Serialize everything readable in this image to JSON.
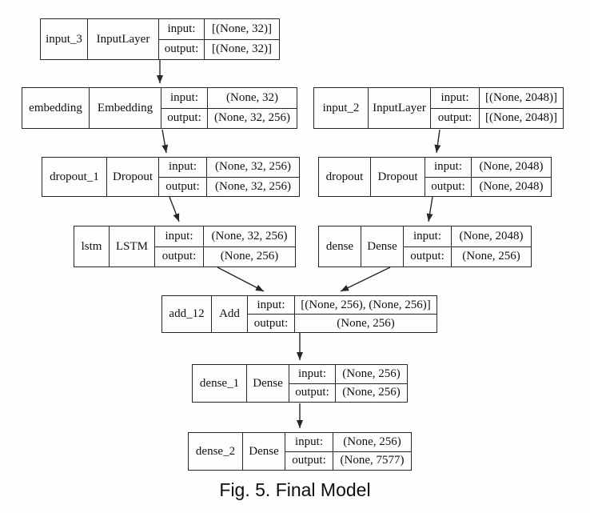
{
  "caption": "Fig. 5. Final Model",
  "io_labels": {
    "input": "input:",
    "output": "output:"
  },
  "colors": {
    "border": "#262626",
    "background": "#ffffff",
    "text": "#111111"
  },
  "nodes": [
    {
      "id": "input_3",
      "name": "input_3",
      "layer": "InputLayer",
      "input": "[(None, 32)]",
      "output": "[(None, 32)]"
    },
    {
      "id": "embedding",
      "name": "embedding",
      "layer": "Embedding",
      "input": "(None, 32)",
      "output": "(None, 32, 256)"
    },
    {
      "id": "input_2",
      "name": "input_2",
      "layer": "InputLayer",
      "input": "[(None, 2048)]",
      "output": "[(None, 2048)]"
    },
    {
      "id": "dropout_1",
      "name": "dropout_1",
      "layer": "Dropout",
      "input": "(None, 32, 256)",
      "output": "(None, 32, 256)"
    },
    {
      "id": "dropout",
      "name": "dropout",
      "layer": "Dropout",
      "input": "(None, 2048)",
      "output": "(None, 2048)"
    },
    {
      "id": "lstm",
      "name": "lstm",
      "layer": "LSTM",
      "input": "(None, 32, 256)",
      "output": "(None, 256)"
    },
    {
      "id": "dense",
      "name": "dense",
      "layer": "Dense",
      "input": "(None, 2048)",
      "output": "(None, 256)"
    },
    {
      "id": "add_12",
      "name": "add_12",
      "layer": "Add",
      "input": "[(None, 256), (None, 256)]",
      "output": "(None, 256)"
    },
    {
      "id": "dense_1",
      "name": "dense_1",
      "layer": "Dense",
      "input": "(None, 256)",
      "output": "(None, 256)"
    },
    {
      "id": "dense_2",
      "name": "dense_2",
      "layer": "Dense",
      "input": "(None, 256)",
      "output": "(None, 7577)"
    }
  ],
  "edges": [
    {
      "from": "input_3",
      "to": "embedding"
    },
    {
      "from": "embedding",
      "to": "dropout_1"
    },
    {
      "from": "dropout_1",
      "to": "lstm"
    },
    {
      "from": "input_2",
      "to": "dropout"
    },
    {
      "from": "dropout",
      "to": "dense"
    },
    {
      "from": "lstm",
      "to": "add_12"
    },
    {
      "from": "dense",
      "to": "add_12"
    },
    {
      "from": "add_12",
      "to": "dense_1"
    },
    {
      "from": "dense_1",
      "to": "dense_2"
    }
  ]
}
